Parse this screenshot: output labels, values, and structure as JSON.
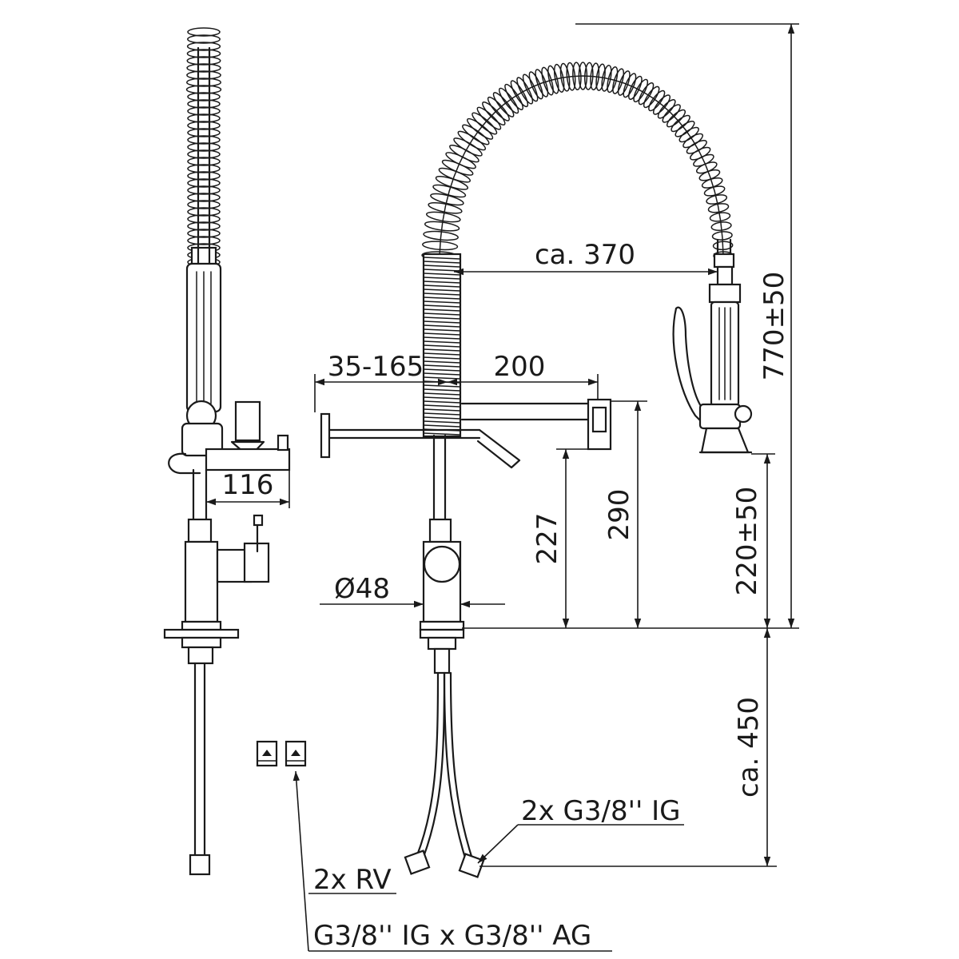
{
  "dimensions": {
    "hose_reach": "ca. 370",
    "total_height": "770±50",
    "spray_height": "220±50",
    "hose_length": "ca. 450",
    "spout_adjust": "35-165",
    "spout_length": "200",
    "spout_height_a": "227",
    "spout_height_b": "290",
    "side_depth": "116",
    "body_diameter": "Ø48"
  },
  "callouts": {
    "connection": "2x G3/8'' IG",
    "check_valves_line1": "2x RV",
    "check_valves_line2": "G3/8'' IG x G3/8'' AG"
  }
}
